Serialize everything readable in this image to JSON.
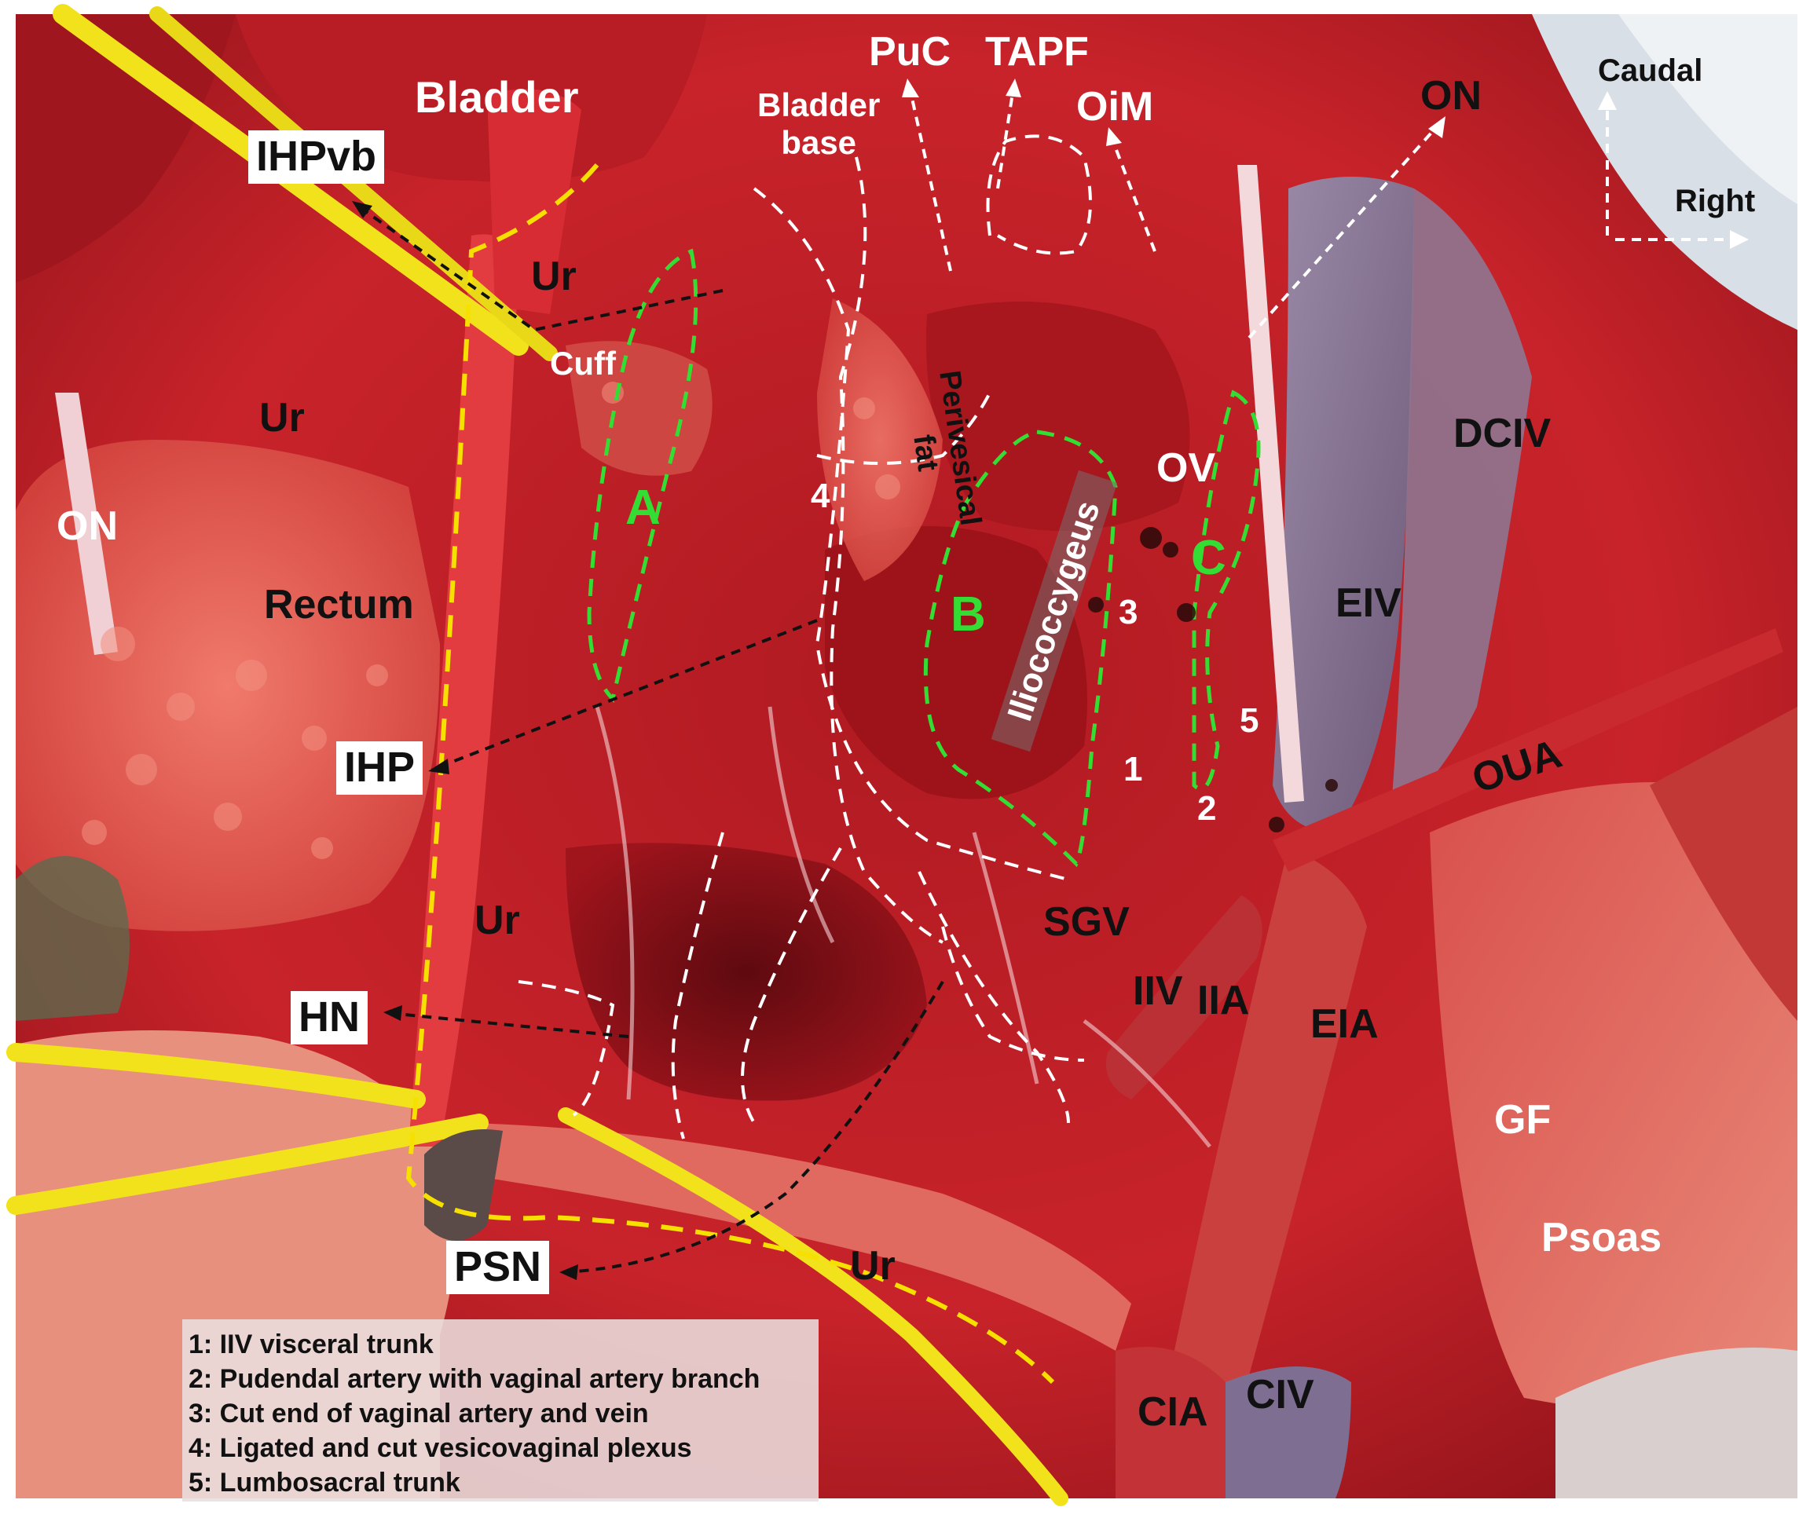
{
  "photo": {
    "subject": "surgical-field-pelvic-dissection",
    "colors": {
      "tissue": "#c8232a",
      "deep": "#7a0f14",
      "fat": "#e8605a",
      "vessel": "#8a7a9a",
      "tape": "#f2e21c",
      "outline_yellow": "#f5e000",
      "outline_green": "#33dd33",
      "outline_white": "#ffffff"
    }
  },
  "labels": {
    "bladder": "Bladder",
    "ihpvb": "IHPvb",
    "ur_top": "Ur",
    "cuff": "Cuff",
    "ur_left": "Ur",
    "on_left": "ON",
    "rectum": "Rectum",
    "ihp": "IHP",
    "ur_mid": "Ur",
    "hn": "HN",
    "psn": "PSN",
    "ur_bottom": "Ur",
    "bladder_base": "Bladder\nbase",
    "puc": "PuC",
    "tapf": "TAPF",
    "oim": "OiM",
    "on_right": "ON",
    "caudal": "Caudal",
    "right": "Right",
    "perivesical_fat": "Perivesical\nfat",
    "a": "A",
    "b": "B",
    "c": "C",
    "iliococcygeus": "Iliococcygeus",
    "ov": "OV",
    "dciv": "DCIV",
    "eiv": "EIV",
    "n1": "1",
    "n2": "2",
    "n3": "3",
    "n4": "4",
    "n5": "5",
    "oua": "OUA",
    "sgv": "SGV",
    "iiv": "IIV",
    "iia": "IIA",
    "eia": "EIA",
    "gf": "GF",
    "psoas": "Psoas",
    "cia": "CIA",
    "civ": "CIV"
  },
  "legend": [
    "1: IIV visceral trunk",
    "2: Pudendal artery with vaginal artery branch",
    "3: Cut end of vaginal artery and vein",
    "4: Ligated and cut vesicovaginal plexus",
    "5: Lumbosacral trunk"
  ]
}
